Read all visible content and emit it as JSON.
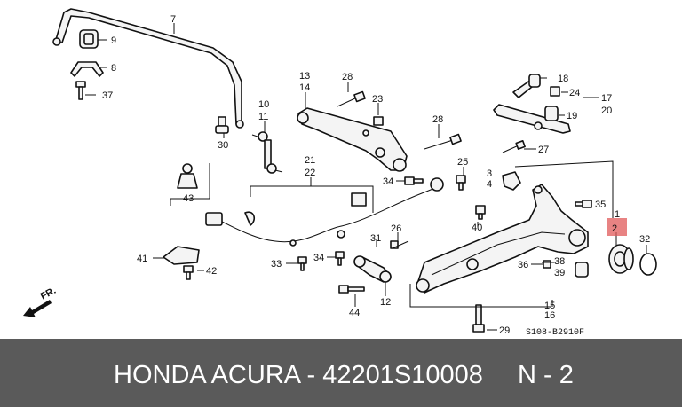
{
  "diagram": {
    "callouts": [
      "1",
      "2",
      "3",
      "4",
      "7",
      "8",
      "9",
      "10",
      "11",
      "12",
      "13",
      "14",
      "15",
      "16",
      "17",
      "18",
      "19",
      "20",
      "21",
      "22",
      "23",
      "24",
      "25",
      "26",
      "27",
      "28",
      "28",
      "29",
      "30",
      "31",
      "32",
      "33",
      "34",
      "34",
      "35",
      "36",
      "37",
      "38",
      "39",
      "40",
      "41",
      "42",
      "43",
      "44"
    ],
    "highlighted_callout": "2",
    "direction_label": "FR.",
    "drawing_code": "S108-B2910F"
  },
  "footer": {
    "part_text": "HONDA ACURA - 42201S10008",
    "position_text": "N - 2"
  },
  "colors": {
    "footer_bg": "#5a5a5a",
    "footer_text": "#ffffff",
    "highlight": "#e05a5a"
  }
}
